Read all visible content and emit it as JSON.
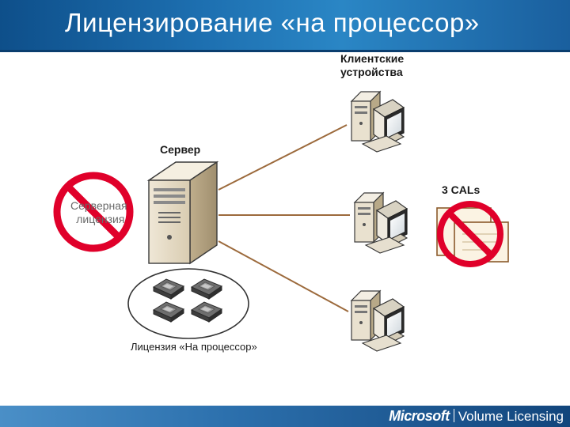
{
  "header": {
    "title": "Лицензирование «на процессор»"
  },
  "diagram": {
    "clients_label_line1": "Клиентские",
    "clients_label_line2": "устройства",
    "server_label": "Сервер",
    "cals_label": "3 CALs",
    "server_license_line1": "Серверная",
    "server_license_line2": "лицензия",
    "processor_license_label": "Лицензия «На процессор»"
  },
  "footer": {
    "brand_microsoft": "Microsoft",
    "brand_product": "Volume Licensing"
  },
  "colors": {
    "header_blue": "#1d6fb0",
    "prohibition_red": "#e0002a",
    "connector_brown": "#9c6a3c"
  },
  "icons": [
    "server-icon",
    "desktop-computer-icon",
    "processor-chip-icon",
    "prohibition-icon",
    "license-document-icon"
  ]
}
